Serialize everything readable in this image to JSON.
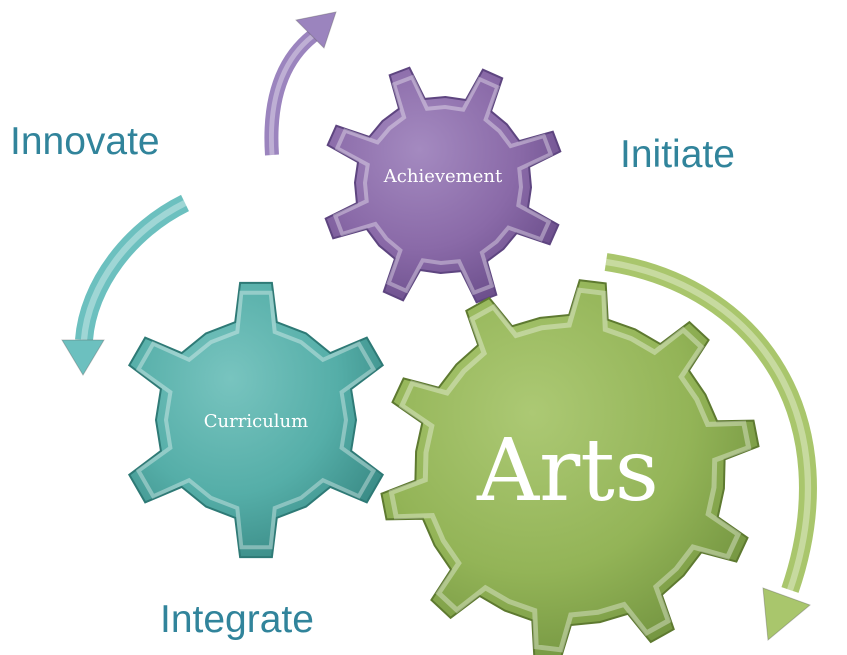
{
  "labels": {
    "innovate": "Innovate",
    "initiate": "Initiate",
    "integrate": "Integrate"
  },
  "gears": {
    "achievement": "Achievement",
    "curriculum": "Curriculum",
    "arts": "Arts"
  },
  "colors": {
    "purple_gear": "#8a6aa8",
    "teal_gear": "#55aea8",
    "green_gear": "#93b457",
    "purple_arrow": "#9b84be",
    "teal_arrow": "#6cc0bf",
    "green_arrow": "#a9c66c",
    "label_text": "#31849b"
  }
}
